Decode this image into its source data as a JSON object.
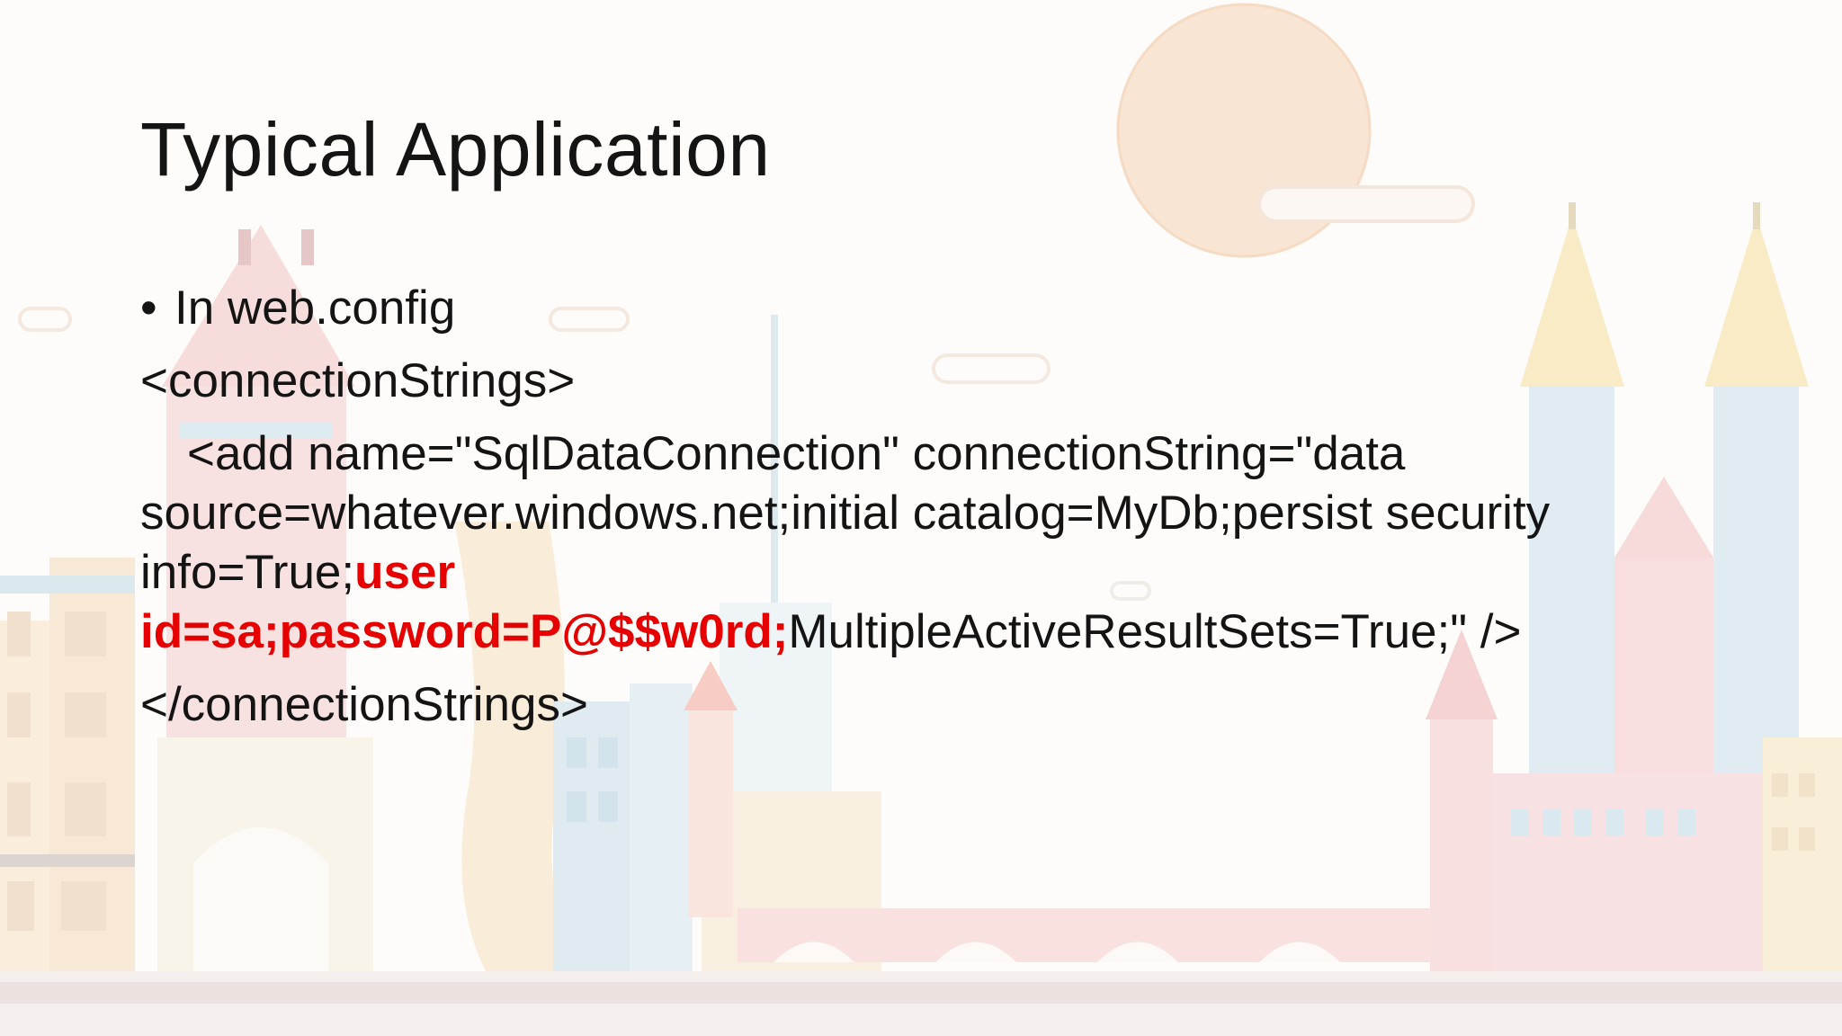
{
  "slide": {
    "title": "Typical Application",
    "bullet": {
      "symbol": "•",
      "text": "In web.config"
    },
    "code": {
      "open_tag": "<connectionStrings>",
      "add_line_1": "<add name=\"SqlDataConnection\" connectionString=\"data",
      "add_line_2": "source=whatever.windows.net;initial catalog=MyDb;persist security",
      "add_line_3_plain": "info=True;",
      "add_line_3_red": "user",
      "add_line_4_red": "id=sa;password=P@$$w0rd;",
      "add_line_4_plain": "MultipleActiveResultSets=True;\" />",
      "close_tag": "</connectionStrings>"
    },
    "colors": {
      "text": "#141414",
      "highlight": "#e60000",
      "background": "#fdfbf8"
    }
  }
}
